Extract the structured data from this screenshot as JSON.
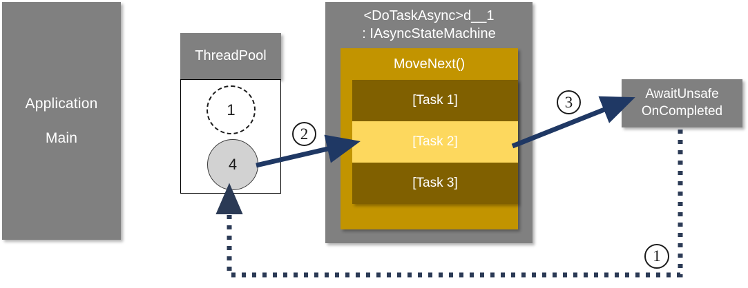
{
  "diagram": {
    "title": "C# async/await state machine flow",
    "colors": {
      "gray_box": "#808080",
      "gold_panel": "#c29400",
      "task_normal": "#806000",
      "task_active": "#fdd85e",
      "arrow_navy": "#1f3864",
      "dotted_navy": "#2b3a55",
      "thread_fill": "#d2d2d2",
      "white": "#ffffff"
    },
    "application": {
      "line1": "Application",
      "line2": "Main"
    },
    "threadpool": {
      "header": "ThreadPool",
      "threads": [
        {
          "label": "1",
          "state": "idle-dashed"
        },
        {
          "label": "4",
          "state": "active-filled"
        }
      ]
    },
    "state_machine": {
      "title_line1": "<DoTaskAsync>d__1",
      "title_line2": ": IAsyncStateMachine",
      "method_label": "MoveNext()",
      "tasks": [
        {
          "label": "[Task 1]",
          "active": false
        },
        {
          "label": "[Task 2]",
          "active": true
        },
        {
          "label": "[Task 3]",
          "active": false
        }
      ]
    },
    "await_callback": {
      "line1": "AwaitUnsafe",
      "line2": "OnCompleted"
    },
    "step_markers": [
      {
        "id": "1",
        "label": "①",
        "text": "1"
      },
      {
        "id": "2",
        "label": "②",
        "text": "2"
      },
      {
        "id": "3",
        "label": "③",
        "text": "3"
      }
    ],
    "connectors": [
      {
        "name": "thread-to-task2",
        "style": "solid-arrow",
        "step": "2",
        "from": "ThreadPool thread 4",
        "to": "[Task 2]"
      },
      {
        "name": "task2-to-awaitunsafe",
        "style": "solid-arrow",
        "step": "3",
        "from": "[Task 2]",
        "to": "AwaitUnsafeOnCompleted"
      },
      {
        "name": "awaitunsafe-to-threadpool",
        "style": "dotted-arrow",
        "step": "1",
        "from": "AwaitUnsafeOnCompleted",
        "to": "ThreadPool"
      }
    ]
  }
}
